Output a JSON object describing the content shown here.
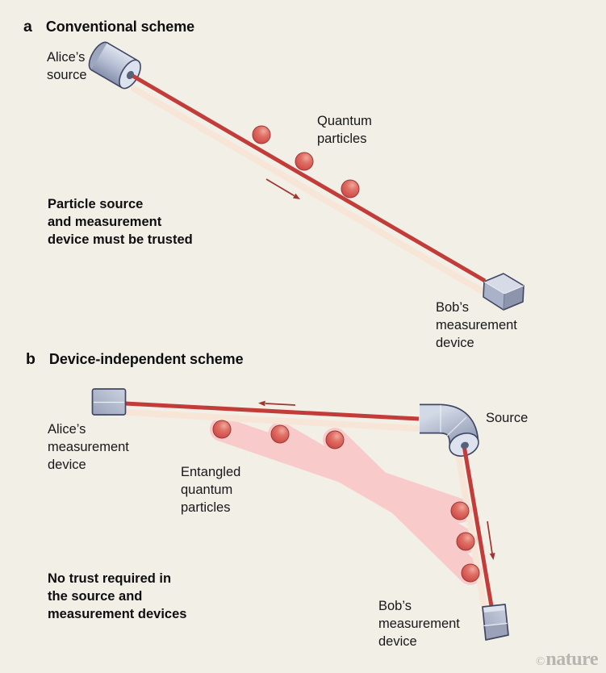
{
  "colors": {
    "background": "#f2f0e6",
    "beam_red": "#c23c39",
    "beam_glow": "#f7e5d7",
    "entangled_band_pink": "#f8cbca",
    "particle_red": "#d85c55",
    "device_gray_blue": "#aeb7cc",
    "device_outline": "#414763",
    "arrow_red": "#a23331",
    "text": "#17171b",
    "watermark_gray": "#b6b6b1"
  },
  "panel_a": {
    "letter": "a",
    "title": "Conventional scheme",
    "alice_source_label": {
      "lines": [
        "Alice’s",
        "source"
      ]
    },
    "quantum_particles_label": {
      "lines": [
        "Quantum",
        "particles"
      ]
    },
    "trust_note": {
      "lines": [
        "Particle source",
        "and measurement",
        "device must be trusted"
      ]
    },
    "bob_device_label": {
      "lines": [
        "Bob’s",
        "measurement",
        "device"
      ]
    }
  },
  "panel_b": {
    "letter": "b",
    "title": "Device-independent scheme",
    "alice_device_label": {
      "lines": [
        "Alice’s",
        "measurement",
        "device"
      ]
    },
    "source_label": "Source",
    "entangled_label": {
      "lines": [
        "Entangled",
        "quantum",
        "particles"
      ]
    },
    "trust_note": {
      "lines": [
        "No trust required in",
        "the source and",
        "measurement devices"
      ]
    },
    "bob_device_label": {
      "lines": [
        "Bob’s",
        "measurement",
        "device"
      ]
    }
  },
  "watermark": {
    "copyright": "©",
    "name": "nature"
  }
}
